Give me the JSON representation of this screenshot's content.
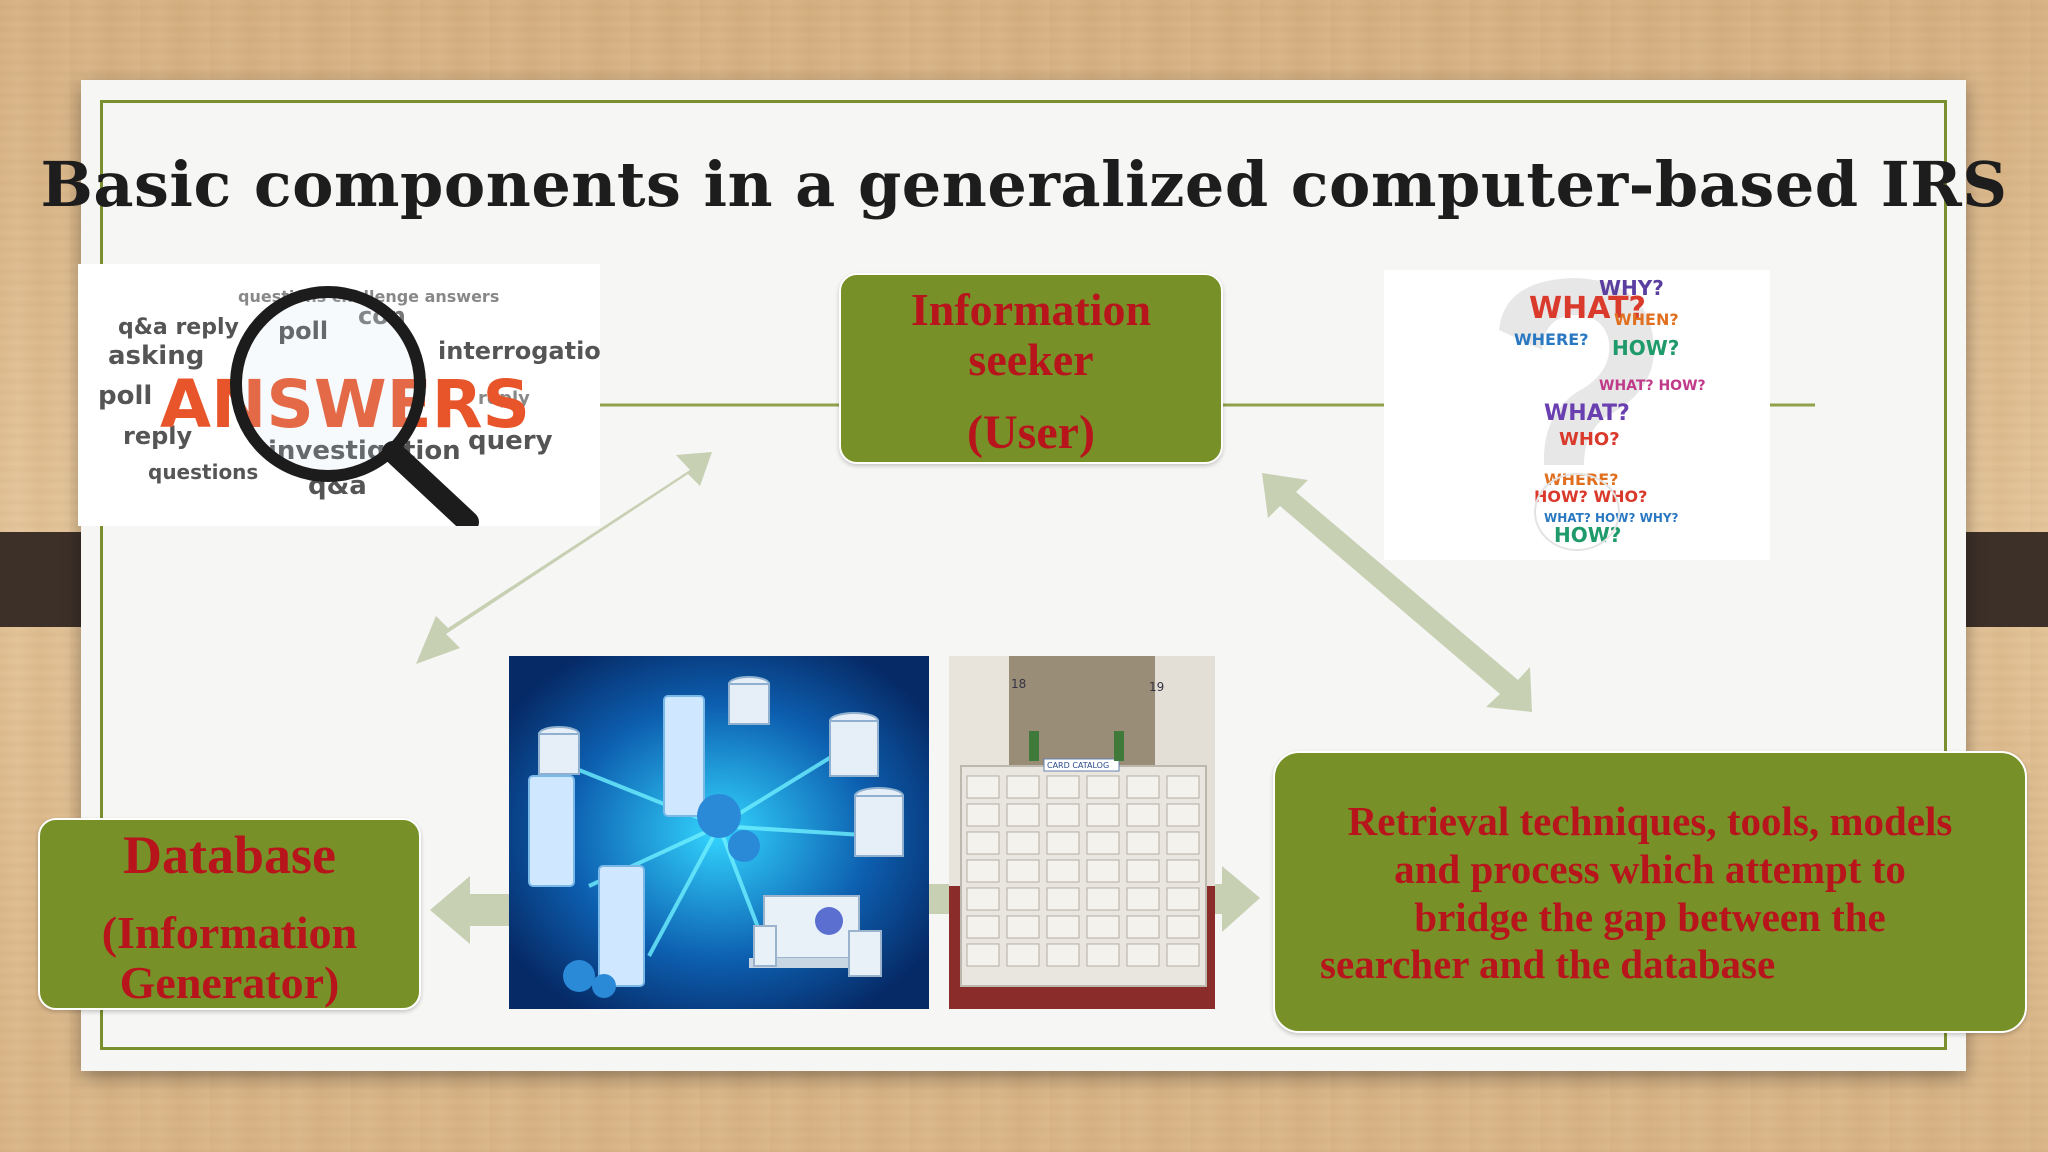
{
  "slide": {
    "title": "Basic components in a generalized computer-based IRS"
  },
  "boxes": {
    "seeker": {
      "line1": "Information",
      "line2": "seeker",
      "line3": "(User)"
    },
    "database": {
      "line1": "Database",
      "line2": "(Information",
      "line3": "Generator)"
    },
    "retrieval": {
      "line1": "Retrieval techniques, tools, models",
      "line2": "and process which attempt to",
      "line3": "bridge the gap between the",
      "line4": "searcher and the database"
    }
  },
  "images": {
    "answers_cloud": "ANSWERS",
    "question_mark": "question-mark-word-cloud",
    "network": "database-network-illustration",
    "catalog": "CARD CATALOG",
    "catalog_shelf_numbers": [
      "18",
      "19"
    ]
  },
  "colors": {
    "box_fill": "#779128",
    "box_text": "#b8141b",
    "arrow": "#c9d0b5",
    "frame": "#7a8f2e"
  }
}
